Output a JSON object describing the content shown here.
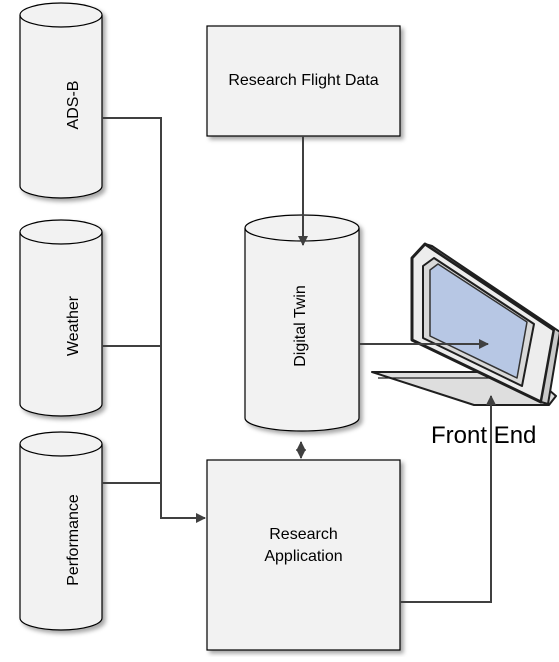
{
  "diagram": {
    "sources": {
      "adsb": {
        "label": "ADS-B"
      },
      "weather": {
        "label": "Weather"
      },
      "performance": {
        "label": "Performance"
      }
    },
    "research_flight_data": {
      "label": "Research Flight Data"
    },
    "digital_twin": {
      "label": "Digital Twin"
    },
    "research_application": {
      "line1": "Research",
      "line2": "Application"
    },
    "front_end": {
      "label": "Front End"
    }
  },
  "colors": {
    "shape_fill": "#f2f2f2",
    "shape_stroke": "#000000",
    "connector": "#404040",
    "monitor_bezel": "#ededed",
    "monitor_screen": "#b7c7e4",
    "monitor_dark": "#1f1f1f"
  },
  "icons": {
    "front_end": "computer-monitor-icon"
  }
}
